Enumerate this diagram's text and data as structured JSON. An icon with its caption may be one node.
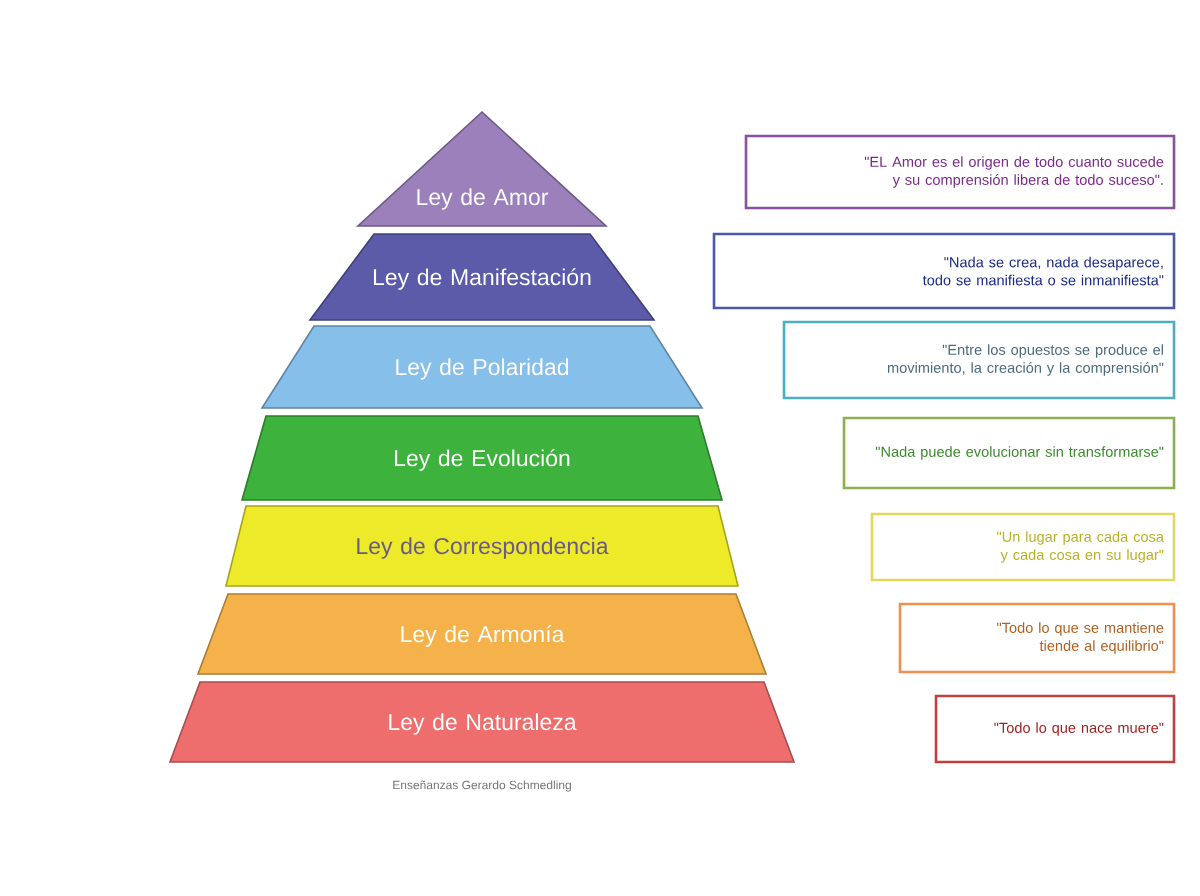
{
  "diagram": {
    "nodes": [
      {
        "text": [
          "Ley de Amor"
        ]
      },
      {
        "text": [
          "Ley de Manifestación"
        ]
      },
      {
        "text": [
          "Ley de Polaridad"
        ]
      },
      {
        "text": [
          "Ley de Evolución"
        ]
      },
      {
        "text": [
          "Ley de Correspondencia"
        ]
      },
      {
        "text": [
          "Ley de Armonía"
        ]
      },
      {
        "text": [
          "Ley de Naturaleza"
        ]
      },
      {
        "text": [
          "\"EL Amor es el origen de todo cuanto sucede y su comprensión libera de todo suceso\"."
        ]
      },
      {
        "text": [
          "\"Nada se crea, nada desaparece, todo se manifiesta o se inmanifiesta\""
        ]
      },
      {
        "text": [
          "\"Entre los opuestos se produce el movimiento, la creación y la comprensión\""
        ]
      },
      {
        "text": [
          "\"Nada puede evolucionar  sin transformarse\""
        ]
      },
      {
        "text": [
          "\"Un lugar para cada cosa y cada cosa en su lugar\""
        ]
      },
      {
        "text": [
          "\"Todo lo que se mantiene tiende al equilibrio\""
        ]
      },
      {
        "text": [
          "\"Todo lo que nace muere\""
        ]
      }
    ],
    "labels": [
      "Enseñanzas Gerardo Schmedling"
    ]
  }
}
